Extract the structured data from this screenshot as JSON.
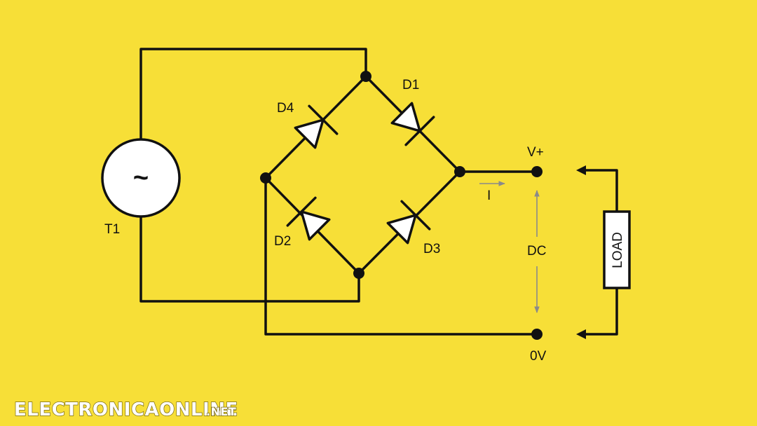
{
  "diagram": {
    "source_label": "T1",
    "source_symbol": "~",
    "diodes": {
      "d1": "D1",
      "d2": "D2",
      "d3": "D3",
      "d4": "D4"
    },
    "terminal_positive": "V+",
    "terminal_zero": "0V",
    "current_label": "I",
    "output_label": "DC",
    "load_label": "LOAD"
  },
  "watermark": {
    "main": "ELECTRONICAONLINE",
    "suffix": ".NET"
  },
  "colors": {
    "background": "#f7df37",
    "wire": "#111111",
    "arrow_grey": "#8a8a8a",
    "component_fill": "#ffffff"
  }
}
